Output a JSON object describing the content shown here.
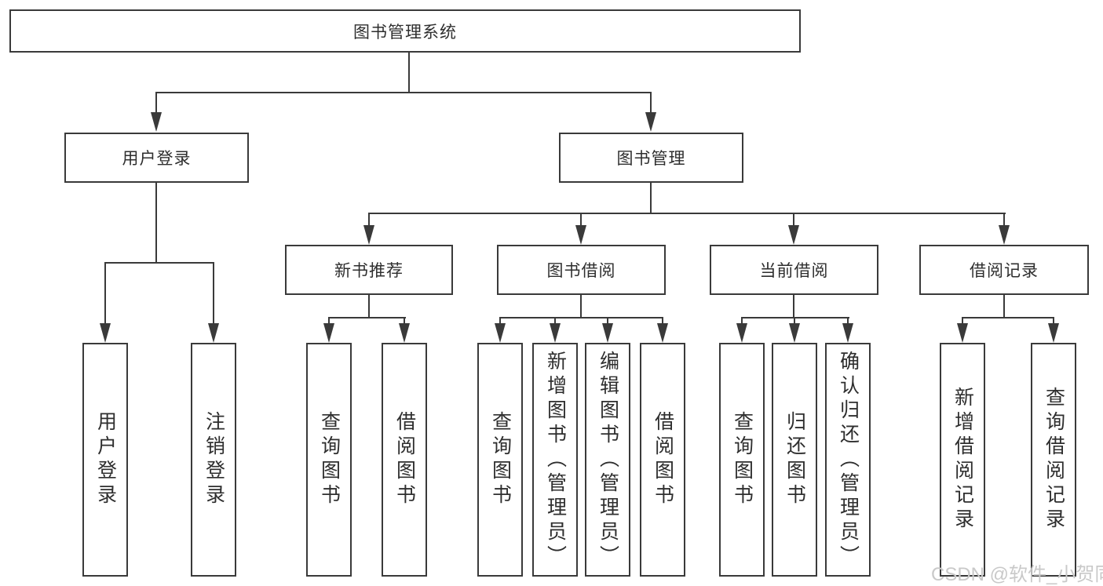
{
  "colors": {
    "line": "#3a3a3a",
    "text": "#2e2e2e",
    "watermark": "#c9c9c9",
    "background": "#ffffff"
  },
  "nodes": {
    "root": "图书管理系统",
    "level2": {
      "user_login": "用户登录",
      "book_management": "图书管理"
    },
    "level3": {
      "new_book_recommend": "新书推荐",
      "book_borrow": "图书借阅",
      "current_borrow": "当前借阅",
      "borrow_records": "借阅记录"
    },
    "leaves": {
      "user_login": "用户登录",
      "logout": "注销登录",
      "query_book_recommend": "查询图书",
      "borrow_book_recommend": "借阅图书",
      "query_book_borrow": "查询图书",
      "add_book_admin": "新增图书（管理员）",
      "edit_book_admin": "编辑图书（管理员）",
      "borrow_book_borrow": "借阅图书",
      "query_book_current": "查询图书",
      "return_book": "归还图书",
      "confirm_return_admin": "确认归还（管理员）",
      "add_borrow_record": "新增借阅记录",
      "query_borrow_record": "查询借阅记录"
    }
  },
  "watermark": "CSDN @软件_小贺同学"
}
